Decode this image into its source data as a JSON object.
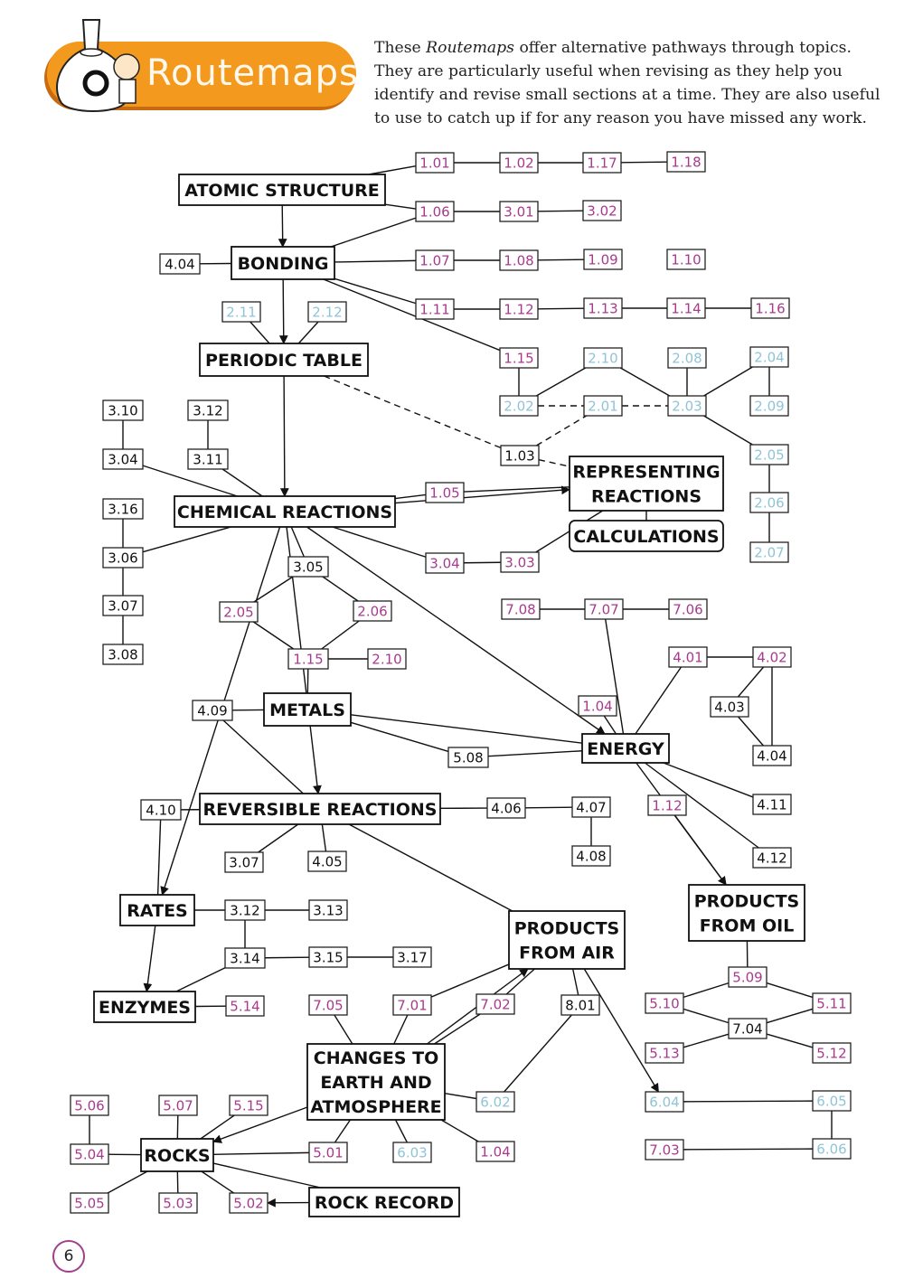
{
  "header": {
    "title": "Routemaps",
    "intro_parts": [
      "These ",
      "Routemaps",
      " offer alternative pathways through topics. They are particularly useful when revising as they help you identify and revise small sections at a time. They are also useful to use to catch up if for any reason you have missed any work."
    ],
    "mascot_icon": "flask-mascot-icon"
  },
  "colors": {
    "banner": "#f39a1e",
    "black_ref": "#111111",
    "magenta_ref": "#a83a8c",
    "cyan_ref": "#8fc4d6",
    "line": "#111111"
  },
  "footer": {
    "page_number": "6"
  },
  "topics": [
    {
      "id": "atomic",
      "label": [
        "ATOMIC STRUCTURE"
      ]
    },
    {
      "id": "bonding",
      "label": [
        "BONDING"
      ]
    },
    {
      "id": "periodic",
      "label": [
        "PERIODIC TABLE"
      ]
    },
    {
      "id": "chemical",
      "label": [
        "CHEMICAL REACTIONS"
      ]
    },
    {
      "id": "representing",
      "label": [
        "REPRESENTING",
        "REACTIONS"
      ]
    },
    {
      "id": "calculations",
      "label": [
        "CALCULATIONS"
      ]
    },
    {
      "id": "metals",
      "label": [
        "METALS"
      ]
    },
    {
      "id": "energy",
      "label": [
        "ENERGY"
      ]
    },
    {
      "id": "reversible",
      "label": [
        "REVERSIBLE REACTIONS"
      ]
    },
    {
      "id": "rates",
      "label": [
        "RATES"
      ]
    },
    {
      "id": "enzymes",
      "label": [
        "ENZYMES"
      ]
    },
    {
      "id": "air",
      "label": [
        "PRODUCTS",
        "FROM AIR"
      ]
    },
    {
      "id": "oil",
      "label": [
        "PRODUCTS",
        "FROM OIL"
      ]
    },
    {
      "id": "changes",
      "label": [
        "CHANGES TO",
        "EARTH AND",
        "ATMOSPHERE"
      ]
    },
    {
      "id": "rocks",
      "label": [
        "ROCKS"
      ]
    },
    {
      "id": "rockrecord",
      "label": [
        "ROCK RECORD"
      ]
    }
  ],
  "refs": [
    {
      "id": "r101",
      "label": "1.01",
      "color": "magenta"
    },
    {
      "id": "r102",
      "label": "1.02",
      "color": "magenta"
    },
    {
      "id": "r117",
      "label": "1.17",
      "color": "magenta"
    },
    {
      "id": "r118",
      "label": "1.18",
      "color": "magenta"
    },
    {
      "id": "r106",
      "label": "1.06",
      "color": "magenta"
    },
    {
      "id": "r301a",
      "label": "3.01",
      "color": "magenta"
    },
    {
      "id": "r302",
      "label": "3.02",
      "color": "magenta"
    },
    {
      "id": "r404a",
      "label": "4.04",
      "color": "black"
    },
    {
      "id": "r107",
      "label": "1.07",
      "color": "magenta"
    },
    {
      "id": "r108",
      "label": "1.08",
      "color": "magenta"
    },
    {
      "id": "r109",
      "label": "1.09",
      "color": "magenta"
    },
    {
      "id": "r110",
      "label": "1.10",
      "color": "magenta"
    },
    {
      "id": "r211",
      "label": "2.11",
      "color": "cyan"
    },
    {
      "id": "r212",
      "label": "2.12",
      "color": "cyan"
    },
    {
      "id": "r111",
      "label": "1.11",
      "color": "magenta"
    },
    {
      "id": "r112a",
      "label": "1.12",
      "color": "magenta"
    },
    {
      "id": "r113",
      "label": "1.13",
      "color": "magenta"
    },
    {
      "id": "r114",
      "label": "1.14",
      "color": "magenta"
    },
    {
      "id": "r116",
      "label": "1.16",
      "color": "magenta"
    },
    {
      "id": "r115a",
      "label": "1.15",
      "color": "magenta"
    },
    {
      "id": "r210a",
      "label": "2.10",
      "color": "cyan"
    },
    {
      "id": "r208",
      "label": "2.08",
      "color": "cyan"
    },
    {
      "id": "r204",
      "label": "2.04",
      "color": "cyan"
    },
    {
      "id": "r202",
      "label": "2.02",
      "color": "cyan"
    },
    {
      "id": "r201",
      "label": "2.01",
      "color": "cyan"
    },
    {
      "id": "r203",
      "label": "2.03",
      "color": "cyan"
    },
    {
      "id": "r209",
      "label": "2.09",
      "color": "cyan"
    },
    {
      "id": "r103",
      "label": "1.03",
      "color": "black"
    },
    {
      "id": "r205a",
      "label": "2.05",
      "color": "cyan"
    },
    {
      "id": "r206a",
      "label": "2.06",
      "color": "cyan"
    },
    {
      "id": "r207",
      "label": "2.07",
      "color": "cyan"
    },
    {
      "id": "r310",
      "label": "3.10",
      "color": "black"
    },
    {
      "id": "r312a",
      "label": "3.12",
      "color": "black"
    },
    {
      "id": "r304a",
      "label": "3.04",
      "color": "black"
    },
    {
      "id": "r311",
      "label": "3.11",
      "color": "black"
    },
    {
      "id": "r316",
      "label": "3.16",
      "color": "black"
    },
    {
      "id": "r306",
      "label": "3.06",
      "color": "black"
    },
    {
      "id": "r307a",
      "label": "3.07",
      "color": "black"
    },
    {
      "id": "r308",
      "label": "3.08",
      "color": "black"
    },
    {
      "id": "r105",
      "label": "1.05",
      "color": "magenta"
    },
    {
      "id": "r304b",
      "label": "3.04",
      "color": "magenta"
    },
    {
      "id": "r303",
      "label": "3.03",
      "color": "magenta"
    },
    {
      "id": "r305",
      "label": "3.05",
      "color": "black"
    },
    {
      "id": "r205b",
      "label": "2.05",
      "color": "magenta"
    },
    {
      "id": "r206b",
      "label": "2.06",
      "color": "magenta"
    },
    {
      "id": "r115b",
      "label": "1.15",
      "color": "magenta"
    },
    {
      "id": "r210b",
      "label": "2.10",
      "color": "magenta"
    },
    {
      "id": "r708",
      "label": "7.08",
      "color": "magenta"
    },
    {
      "id": "r707",
      "label": "7.07",
      "color": "magenta"
    },
    {
      "id": "r706",
      "label": "7.06",
      "color": "magenta"
    },
    {
      "id": "r401",
      "label": "4.01",
      "color": "magenta"
    },
    {
      "id": "r402",
      "label": "4.02",
      "color": "magenta"
    },
    {
      "id": "r403",
      "label": "4.03",
      "color": "black"
    },
    {
      "id": "r404b",
      "label": "4.04",
      "color": "black"
    },
    {
      "id": "r104a",
      "label": "1.04",
      "color": "magenta"
    },
    {
      "id": "r409",
      "label": "4.09",
      "color": "black"
    },
    {
      "id": "r508",
      "label": "5.08",
      "color": "black"
    },
    {
      "id": "r410",
      "label": "4.10",
      "color": "black"
    },
    {
      "id": "r406",
      "label": "4.06",
      "color": "black"
    },
    {
      "id": "r407",
      "label": "4.07",
      "color": "black"
    },
    {
      "id": "r408",
      "label": "4.08",
      "color": "black"
    },
    {
      "id": "r307b",
      "label": "3.07",
      "color": "black"
    },
    {
      "id": "r405",
      "label": "4.05",
      "color": "black"
    },
    {
      "id": "r112b",
      "label": "1.12",
      "color": "magenta"
    },
    {
      "id": "r411",
      "label": "4.11",
      "color": "black"
    },
    {
      "id": "r412",
      "label": "4.12",
      "color": "black"
    },
    {
      "id": "r312b",
      "label": "3.12",
      "color": "black"
    },
    {
      "id": "r313",
      "label": "3.13",
      "color": "black"
    },
    {
      "id": "r314",
      "label": "3.14",
      "color": "black"
    },
    {
      "id": "r315",
      "label": "3.15",
      "color": "black"
    },
    {
      "id": "r317",
      "label": "3.17",
      "color": "black"
    },
    {
      "id": "r514",
      "label": "5.14",
      "color": "magenta"
    },
    {
      "id": "r705",
      "label": "7.05",
      "color": "magenta"
    },
    {
      "id": "r701",
      "label": "7.01",
      "color": "magenta"
    },
    {
      "id": "r702",
      "label": "7.02",
      "color": "magenta"
    },
    {
      "id": "r801",
      "label": "8.01",
      "color": "black"
    },
    {
      "id": "r509",
      "label": "5.09",
      "color": "magenta"
    },
    {
      "id": "r510",
      "label": "5.10",
      "color": "magenta"
    },
    {
      "id": "r511",
      "label": "5.11",
      "color": "magenta"
    },
    {
      "id": "r704",
      "label": "7.04",
      "color": "black"
    },
    {
      "id": "r513",
      "label": "5.13",
      "color": "magenta"
    },
    {
      "id": "r512",
      "label": "5.12",
      "color": "magenta"
    },
    {
      "id": "r602",
      "label": "6.02",
      "color": "cyan"
    },
    {
      "id": "r604",
      "label": "6.04",
      "color": "cyan"
    },
    {
      "id": "r605",
      "label": "6.05",
      "color": "cyan"
    },
    {
      "id": "r606",
      "label": "6.06",
      "color": "cyan"
    },
    {
      "id": "r703",
      "label": "7.03",
      "color": "magenta"
    },
    {
      "id": "r506",
      "label": "5.06",
      "color": "magenta"
    },
    {
      "id": "r507",
      "label": "5.07",
      "color": "magenta"
    },
    {
      "id": "r515",
      "label": "5.15",
      "color": "magenta"
    },
    {
      "id": "r504",
      "label": "5.04",
      "color": "magenta"
    },
    {
      "id": "r501",
      "label": "5.01",
      "color": "magenta"
    },
    {
      "id": "r603",
      "label": "6.03",
      "color": "cyan"
    },
    {
      "id": "r104b",
      "label": "1.04",
      "color": "magenta"
    },
    {
      "id": "r505",
      "label": "5.05",
      "color": "magenta"
    },
    {
      "id": "r503",
      "label": "5.03",
      "color": "magenta"
    },
    {
      "id": "r502",
      "label": "5.02",
      "color": "magenta"
    }
  ],
  "links": [
    [
      "atomic",
      "r101"
    ],
    [
      "r101",
      "r102"
    ],
    [
      "r102",
      "r117"
    ],
    [
      "r117",
      "r118"
    ],
    [
      "atomic",
      "r106"
    ],
    [
      "r106",
      "r301a"
    ],
    [
      "r301a",
      "r302"
    ],
    [
      "atomic",
      "bonding",
      "arrow"
    ],
    [
      "r404a",
      "bonding"
    ],
    [
      "bonding",
      "r106"
    ],
    [
      "bonding",
      "r107"
    ],
    [
      "r107",
      "r108"
    ],
    [
      "r108",
      "r109"
    ],
    [
      "bonding",
      "r111"
    ],
    [
      "r111",
      "r112a"
    ],
    [
      "r112a",
      "r113"
    ],
    [
      "r113",
      "r114"
    ],
    [
      "r114",
      "r116"
    ],
    [
      "bonding",
      "r115a"
    ],
    [
      "bonding",
      "periodic",
      "arrow"
    ],
    [
      "r211",
      "periodic"
    ],
    [
      "r212",
      "periodic"
    ],
    [
      "r115a",
      "r202"
    ],
    [
      "r202",
      "r210a"
    ],
    [
      "r210a",
      "r203"
    ],
    [
      "r202",
      "r201",
      "dashed"
    ],
    [
      "r201",
      "r203",
      "dashed"
    ],
    [
      "r208",
      "r203"
    ],
    [
      "r203",
      "r204"
    ],
    [
      "r204",
      "r209"
    ],
    [
      "r203",
      "r205a"
    ],
    [
      "r205a",
      "r206a"
    ],
    [
      "r206a",
      "r207"
    ],
    [
      "periodic",
      "r103",
      "dashed"
    ],
    [
      "r103",
      "r201",
      "dashed"
    ],
    [
      "r103",
      "representing",
      "dashed"
    ],
    [
      "periodic",
      "chemical",
      "arrow"
    ],
    [
      "r310",
      "r304a"
    ],
    [
      "r304a",
      "chemical"
    ],
    [
      "r312a",
      "r311"
    ],
    [
      "r311",
      "chemical"
    ],
    [
      "r316",
      "r306"
    ],
    [
      "r306",
      "chemical"
    ],
    [
      "r306",
      "r307a"
    ],
    [
      "r307a",
      "r308"
    ],
    [
      "chemical",
      "r105"
    ],
    [
      "r105",
      "representing"
    ],
    [
      "chemical",
      "representing",
      "arrow"
    ],
    [
      "chemical",
      "r304b"
    ],
    [
      "r304b",
      "r303"
    ],
    [
      "r303",
      "representing"
    ],
    [
      "representing",
      "calculations"
    ],
    [
      "chemical",
      "r305"
    ],
    [
      "r305",
      "r205b"
    ],
    [
      "r305",
      "r206b"
    ],
    [
      "r205b",
      "r115b"
    ],
    [
      "r206b",
      "r115b"
    ],
    [
      "r115b",
      "r210b"
    ],
    [
      "r115b",
      "metals"
    ],
    [
      "r409",
      "metals"
    ],
    [
      "metals",
      "energy"
    ],
    [
      "metals",
      "r508"
    ],
    [
      "r508",
      "energy"
    ],
    [
      "chemical",
      "energy",
      "arrow"
    ],
    [
      "r708",
      "r707"
    ],
    [
      "r707",
      "r706"
    ],
    [
      "r707",
      "energy"
    ],
    [
      "r104a",
      "energy"
    ],
    [
      "energy",
      "r401"
    ],
    [
      "r401",
      "r402"
    ],
    [
      "r402",
      "r403"
    ],
    [
      "r402",
      "r404b"
    ],
    [
      "r403",
      "r404b"
    ],
    [
      "energy",
      "r411"
    ],
    [
      "energy",
      "r412"
    ],
    [
      "energy",
      "oil",
      "arrow"
    ],
    [
      "r112b",
      "oil"
    ],
    [
      "r409",
      "reversible"
    ],
    [
      "chemical",
      "reversible",
      "arrow"
    ],
    [
      "r410",
      "reversible"
    ],
    [
      "reversible",
      "r406"
    ],
    [
      "r406",
      "r407"
    ],
    [
      "r407",
      "r408"
    ],
    [
      "reversible",
      "r307b"
    ],
    [
      "reversible",
      "r405"
    ],
    [
      "reversible",
      "air"
    ],
    [
      "chemical",
      "rates",
      "arrow"
    ],
    [
      "r410",
      "rates"
    ],
    [
      "rates",
      "r312b"
    ],
    [
      "r312b",
      "r313"
    ],
    [
      "r312b",
      "r314"
    ],
    [
      "r314",
      "r315"
    ],
    [
      "r315",
      "r317"
    ],
    [
      "r314",
      "enzymes"
    ],
    [
      "rates",
      "enzymes",
      "arrow"
    ],
    [
      "enzymes",
      "r514"
    ],
    [
      "r705",
      "changes"
    ],
    [
      "r701",
      "changes"
    ],
    [
      "r701",
      "air"
    ],
    [
      "r702",
      "air"
    ],
    [
      "changes",
      "r702"
    ],
    [
      "changes",
      "air",
      "arrow"
    ],
    [
      "air",
      "r801"
    ],
    [
      "r801",
      "r602"
    ],
    [
      "r602",
      "changes"
    ],
    [
      "air",
      "r604",
      "arrow"
    ],
    [
      "r604",
      "r605"
    ],
    [
      "r605",
      "r606"
    ],
    [
      "r606",
      "r703"
    ],
    [
      "oil",
      "r509"
    ],
    [
      "r509",
      "r510"
    ],
    [
      "r509",
      "r511"
    ],
    [
      "r510",
      "r704"
    ],
    [
      "r511",
      "r704"
    ],
    [
      "r704",
      "r513"
    ],
    [
      "r704",
      "r512"
    ],
    [
      "changes",
      "rocks",
      "arrow"
    ],
    [
      "changes",
      "r501"
    ],
    [
      "r501",
      "rocks"
    ],
    [
      "changes",
      "r603"
    ],
    [
      "changes",
      "r104b"
    ],
    [
      "r506",
      "r504"
    ],
    [
      "r504",
      "rocks"
    ],
    [
      "r507",
      "rocks"
    ],
    [
      "r515",
      "rocks"
    ],
    [
      "rocks",
      "r505"
    ],
    [
      "rocks",
      "r503"
    ],
    [
      "rocks",
      "r502"
    ],
    [
      "rockrecord",
      "r502",
      "arrow"
    ],
    [
      "rocks",
      "rockrecord"
    ]
  ]
}
